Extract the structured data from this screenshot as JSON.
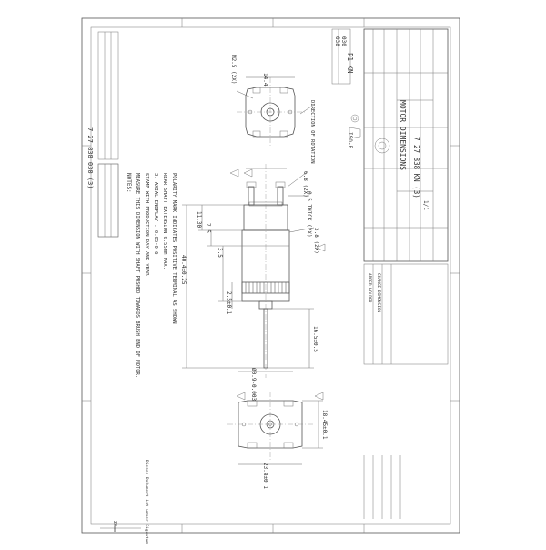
{
  "title_block": {
    "drawing_title": "MOTOR DIMENSIONS",
    "drawing_number": "7 27 838 KN (3)",
    "project_code": "P1 KN",
    "code_a": "038",
    "code_b": "030",
    "scale": "1/1",
    "projection_label": "ISO-E"
  },
  "header_number": "7 27 838 030 (3)",
  "notes": {
    "heading": "NOTES:",
    "items": [
      "MEASURE THIS DIMENSION WITH SHAFT PUSHED TOWARDS BRUSH END OF MOTOR.",
      "STAMP WITH PRODUCTION DAY AND YEAR",
      "3. AXIAL ENDPLAY : 0.05-0.6",
      "REAR SHAFT EXTENSION 0.55mm MAX.",
      "POLARITY MARK INDICATES POSITIVE TERMINAL AS SHOWN"
    ]
  },
  "dimensions": {
    "top_width": "14.4",
    "mount_holes": "M2.5 (2X)",
    "rotation": "DIRECTION OF ROTATION",
    "terminal_1": "6.8 (2X)",
    "terminal_2": "0.5 THICK (2X)",
    "terminal_3": "3.8 (2X)",
    "h_11": "11.30",
    "h_7": "7.5",
    "h_3": "3.5",
    "h_2": "2.5±0.1",
    "overall": "40.4±0.25",
    "shaft_len": "16.5±0.5",
    "shaft_dia": "Ø0.9-0.003",
    "bottom_height": "18.45±0.1",
    "bottom_width": "23.8±0.1"
  },
  "revision_rows": [
    "ADDED HOLDER",
    "CHANGE DIMENSION"
  ],
  "footer": {
    "left_note": "Dieses Dokument ist unser Eigentum",
    "scale_bar": "20mm"
  }
}
